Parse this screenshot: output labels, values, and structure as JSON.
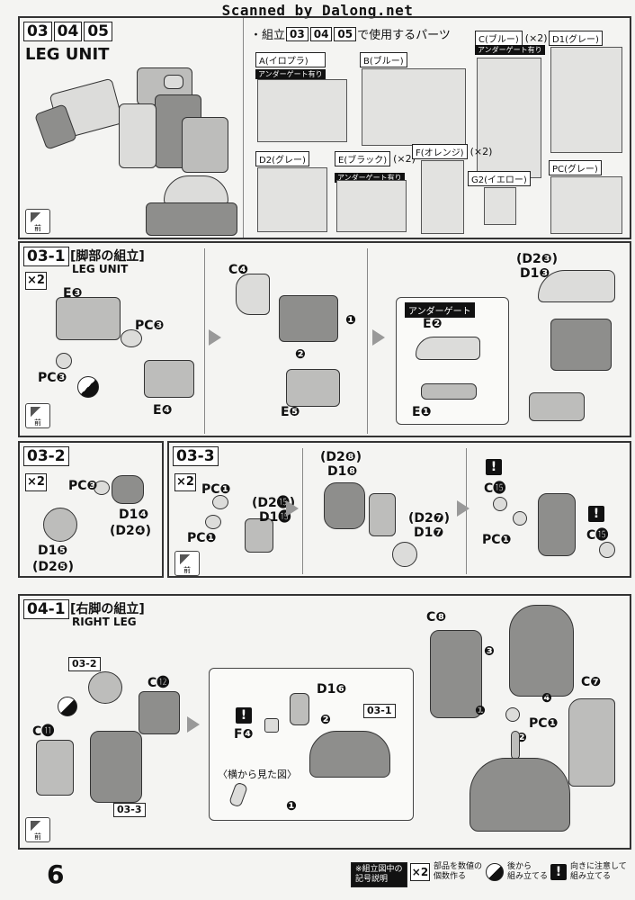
{
  "header": {
    "scan_credit": "Scanned by Dalong.net"
  },
  "top_panel": {
    "steps": [
      "03",
      "04",
      "05"
    ],
    "title": "LEG UNIT",
    "parts_heading_prefix": "・組立",
    "parts_heading_suffix": "で使用するパーツ",
    "runners": [
      {
        "id": "A",
        "label": "A(イロプラ)",
        "tag": "アンダーゲート有り"
      },
      {
        "id": "B",
        "label": "B(ブルー)"
      },
      {
        "id": "C",
        "label": "C(ブルー)",
        "count": "(×2)",
        "tag": "アンダーゲート有り"
      },
      {
        "id": "D1",
        "label": "D1(グレー)"
      },
      {
        "id": "D2",
        "label": "D2(グレー)"
      },
      {
        "id": "E",
        "label": "E(ブラック)",
        "count": "(×2)",
        "tag": "アンダーゲート有り"
      },
      {
        "id": "F",
        "label": "F(オレンジ)",
        "count": "(×2)"
      },
      {
        "id": "G2",
        "label": "G2(イエロー)"
      },
      {
        "id": "PC",
        "label": "PC(グレー)"
      }
    ],
    "front_label": "前"
  },
  "step_03_1": {
    "num": "03-1",
    "title_jp": "[脚部の組立]",
    "title_en": "LEG UNIT",
    "multiplier": "×2",
    "labels": [
      "E❸",
      "PC❸",
      "PC❸",
      "E❹",
      "C❹",
      "E❺",
      "(D2❸)",
      "D1❸",
      "E❷",
      "E❶"
    ],
    "arrows": [
      "❶",
      "❷"
    ],
    "under_gate": "アンダーゲート",
    "front_label": "前"
  },
  "step_03_2": {
    "num": "03-2",
    "multiplier": "×2",
    "labels": [
      "PC❸",
      "D1❹",
      "(D2❹)",
      "D1❺",
      "(D2❺)"
    ]
  },
  "step_03_3": {
    "num": "03-3",
    "multiplier": "×2",
    "labels": [
      "PC❶",
      "PC❶",
      "(D2⓯)",
      "D1⓯",
      "(D2❽)",
      "D1❽",
      "(D2❼)",
      "D1❼",
      "C⓯",
      "C⓯",
      "PC❶"
    ],
    "warn": "!",
    "front_label": "前"
  },
  "step_04_1": {
    "num": "04-1",
    "title_jp": "[右脚の組立]",
    "title_en": "RIGHT LEG",
    "labels": [
      "03-2",
      "C⓬",
      "C⓫",
      "03-3",
      "D1❻",
      "F❹",
      "03-1",
      "〈横から見た図〉",
      "C❽",
      "C❼",
      "PC❶"
    ],
    "arrows": [
      "❶",
      "❷",
      "❸",
      "❹"
    ],
    "warn": "!",
    "front_label": "前"
  },
  "footer": {
    "page_number": "6",
    "legend_title_line1": "※組立図中の",
    "legend_title_line2": "記号説明",
    "legend": [
      {
        "symbol": "×2",
        "line1": "部品を数値の",
        "line2": "個数作る"
      },
      {
        "symbol": "◐",
        "line1": "後から",
        "line2": "組み立てる"
      },
      {
        "symbol": "!",
        "line1": "向きに注意して",
        "line2": "組み立てる"
      }
    ]
  }
}
